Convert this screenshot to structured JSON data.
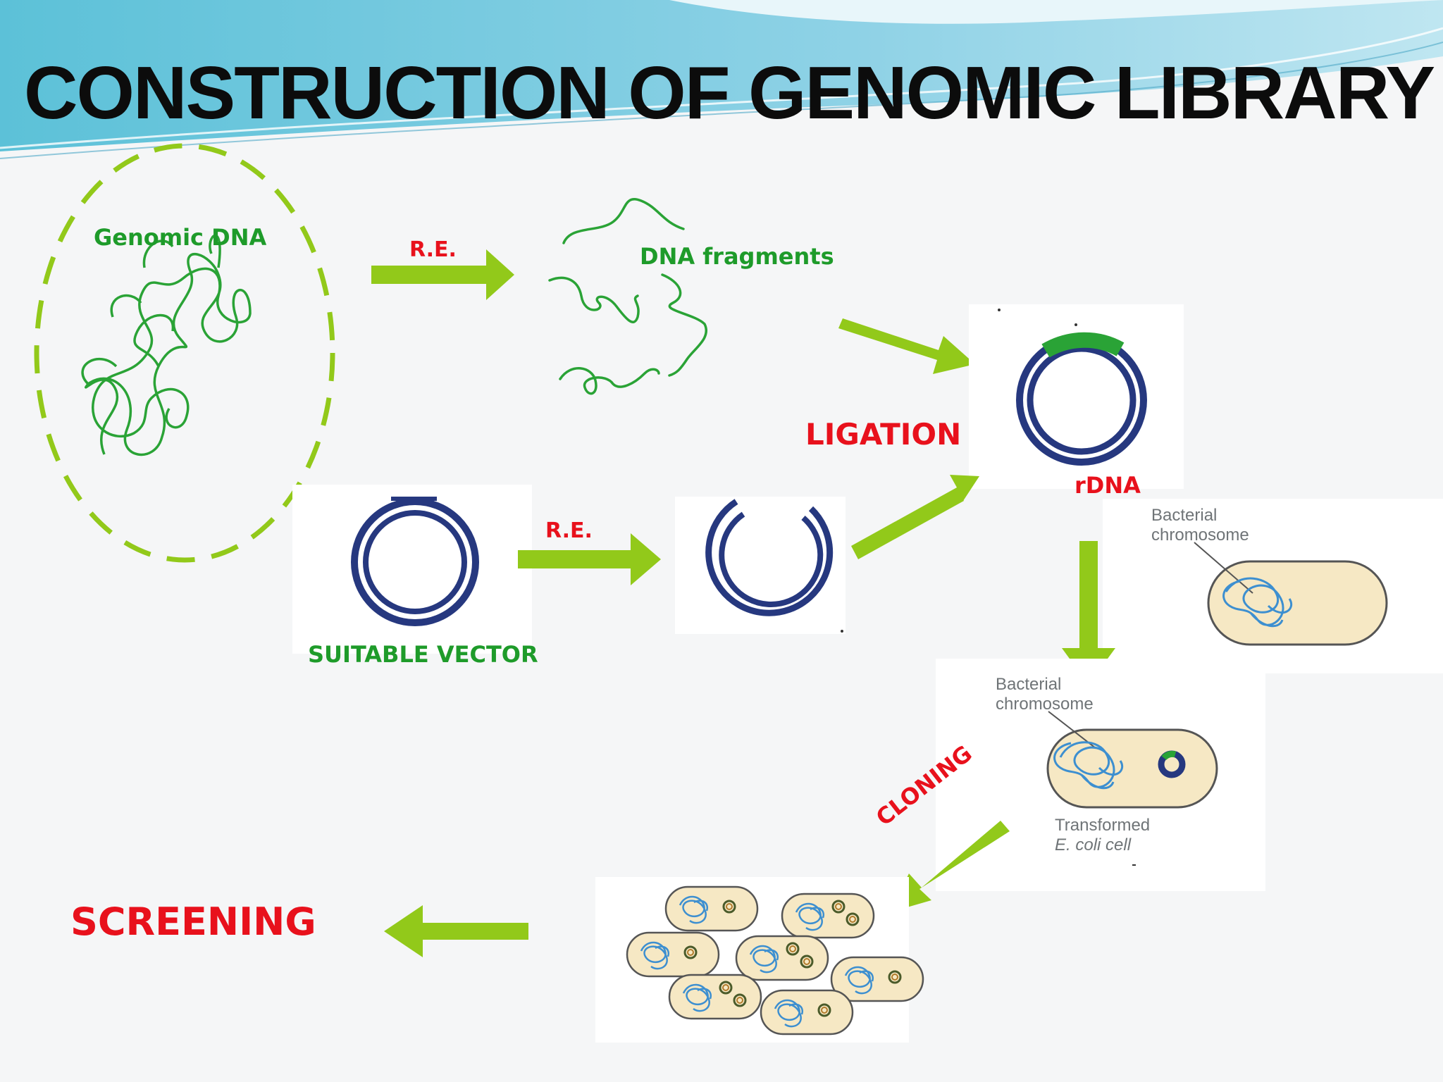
{
  "title": "CONSTRUCTION OF GENOMIC LIBRARY",
  "labels": {
    "genomic_dna": "Genomic DNA",
    "re_top": "R.E.",
    "dna_fragments": "DNA fragments",
    "ligation": "LIGATION",
    "rdna": "rDNA",
    "suitable_vector": "SUITABLE VECTOR",
    "re_bottom": "R.E.",
    "cloning": "CLONING",
    "screening": "SCREENING"
  },
  "insets": {
    "bacterial_chromosome_1_l1": "Bacterial",
    "bacterial_chromosome_1_l2": "chromosome",
    "bacterial_chromosome_2_l1": "Bacterial",
    "bacterial_chromosome_2_l2": "chromosome",
    "transformed_l1": "Transformed",
    "transformed_l2": "E. coli cell"
  },
  "colors": {
    "arrow": "#92c91a",
    "label_green": "#1e9b2a",
    "label_red": "#e8111c",
    "plasmid": "#26387f",
    "dna_strand": "#2aa336",
    "cell_fill": "#f6e8c4",
    "chromosome": "#3d8fd0"
  }
}
